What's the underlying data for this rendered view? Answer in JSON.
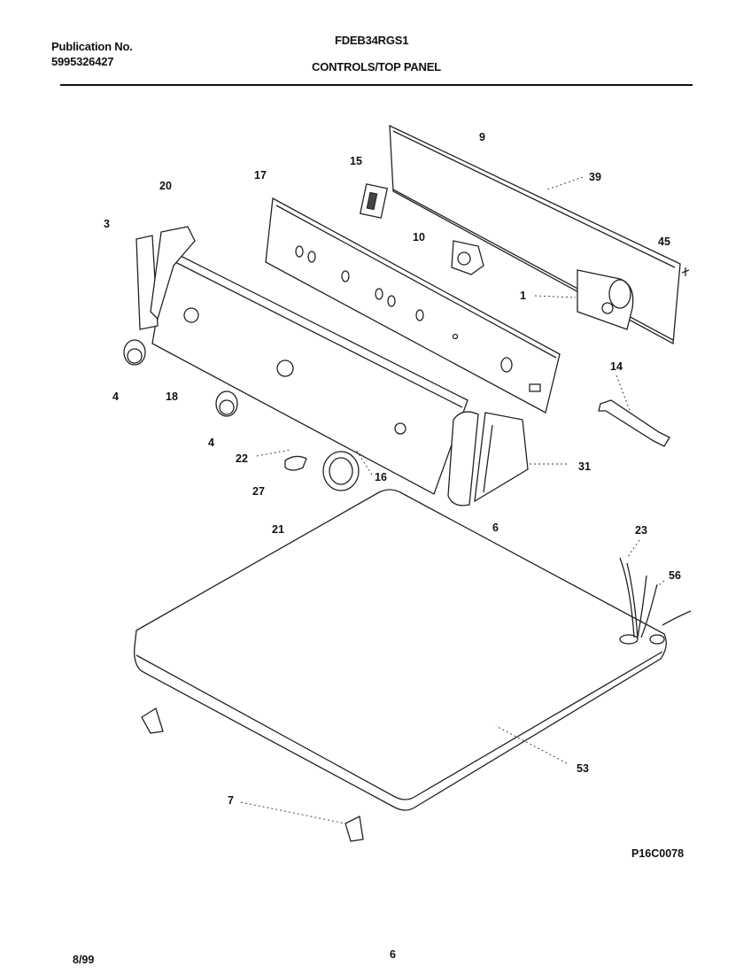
{
  "header": {
    "publication_label": "Publication No.",
    "publication_number": "5995326427",
    "model": "FDEB34RGS1",
    "section_title": "CONTROLS/TOP PANEL"
  },
  "callouts": {
    "c9": "9",
    "c15": "15",
    "c17": "17",
    "c39": "39",
    "c20": "20",
    "c3": "3",
    "c10": "10",
    "c45": "45",
    "c1": "1",
    "c14": "14",
    "c4a": "4",
    "c18": "18",
    "c4b": "4",
    "c22": "22",
    "c31": "31",
    "c16": "16",
    "c27": "27",
    "c21": "21",
    "c6": "6",
    "c23": "23",
    "c56": "56",
    "c53": "53",
    "c7": "7"
  },
  "figure_id": "P16C0078",
  "footer": {
    "date": "8/99",
    "page": "6"
  }
}
